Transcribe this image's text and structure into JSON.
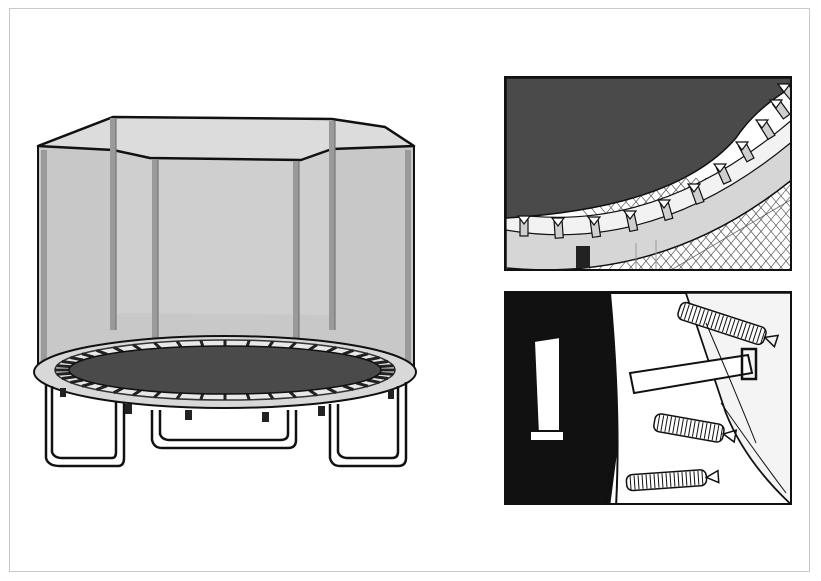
{
  "figure": {
    "colors": {
      "net": "#c7c7c7",
      "net_dark": "#a9a9a9",
      "mat": "#4a4a4a",
      "outline": "#111111",
      "pad": "#d9d9d9",
      "black_fill": "#111111"
    },
    "main_illustration": {
      "icon": "trampoline-with-enclosure-net"
    },
    "detail_top": {
      "icon": "springs-attached-to-mat-closeup"
    },
    "detail_bottom": {
      "icon": "net-strap-buckle-closeup"
    }
  }
}
